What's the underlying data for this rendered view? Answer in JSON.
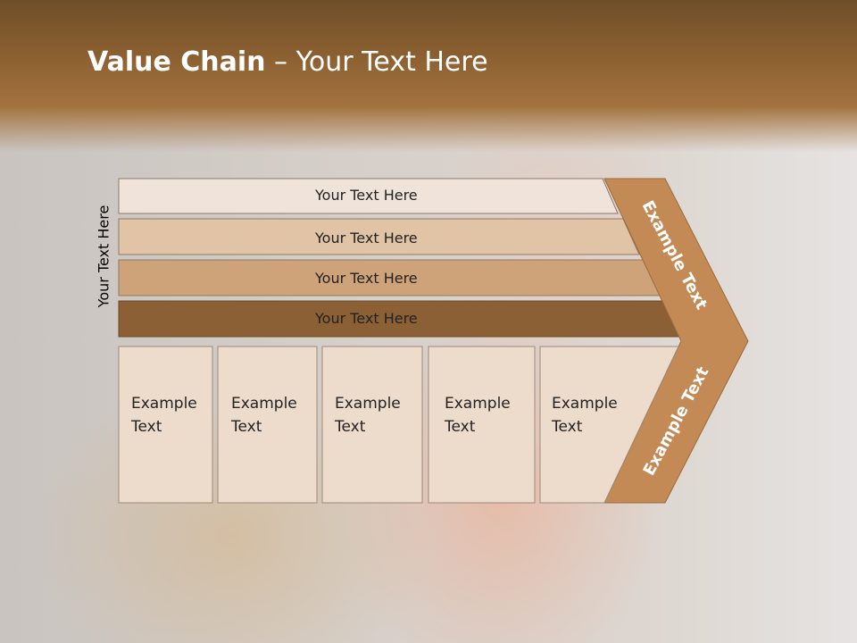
{
  "slide": {
    "title_bold": "Value Chain",
    "title_rest": " – Your Text Here",
    "vertical_label": "Your Text Here"
  },
  "bars": [
    {
      "label": "Your Text Here",
      "color": "#f0e4da"
    },
    {
      "label": "Your Text Here",
      "color": "#e1c3a5"
    },
    {
      "label": "Your Text Here",
      "color": "#cfa37a"
    },
    {
      "label": "Your Text Here",
      "color": "#8c6035"
    }
  ],
  "cells": [
    {
      "text": "Example\nText"
    },
    {
      "text": "Example\nText"
    },
    {
      "text": "Example\nText"
    },
    {
      "text": "Example\nText"
    },
    {
      "text": "Example\nText"
    }
  ],
  "chevron": {
    "upper_label": "Example Text",
    "lower_label": "Example Text",
    "color": "#c48a55"
  },
  "colors": {
    "header": "#8a5f30",
    "cell_fill": "#eddbcb"
  }
}
